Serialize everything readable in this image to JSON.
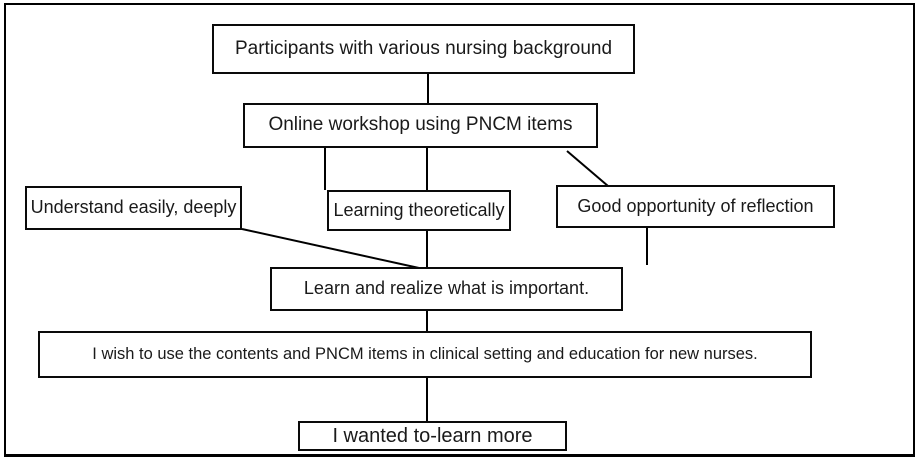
{
  "diagram": {
    "title": "Workshop outcome flowchart",
    "colors": {
      "line": "#000000",
      "box_border": "#0a0a0a",
      "box_background": "#ffffff",
      "text": "#1a1a1a"
    },
    "nodes": {
      "participants": {
        "label": "Participants with various nursing background"
      },
      "workshop": {
        "label": "Online workshop using PNCM items"
      },
      "understand": {
        "label": "Understand easily, deeply"
      },
      "theoretical": {
        "label": "Learning theoretically"
      },
      "reflection": {
        "label": "Good opportunity of reflection"
      },
      "realize": {
        "label": "Learn and realize what is important."
      },
      "wish": {
        "label": "I wish to use the contents and PNCM items in clinical setting and education for new nurses."
      },
      "wanted": {
        "label": "I wanted to-learn more"
      }
    }
  }
}
